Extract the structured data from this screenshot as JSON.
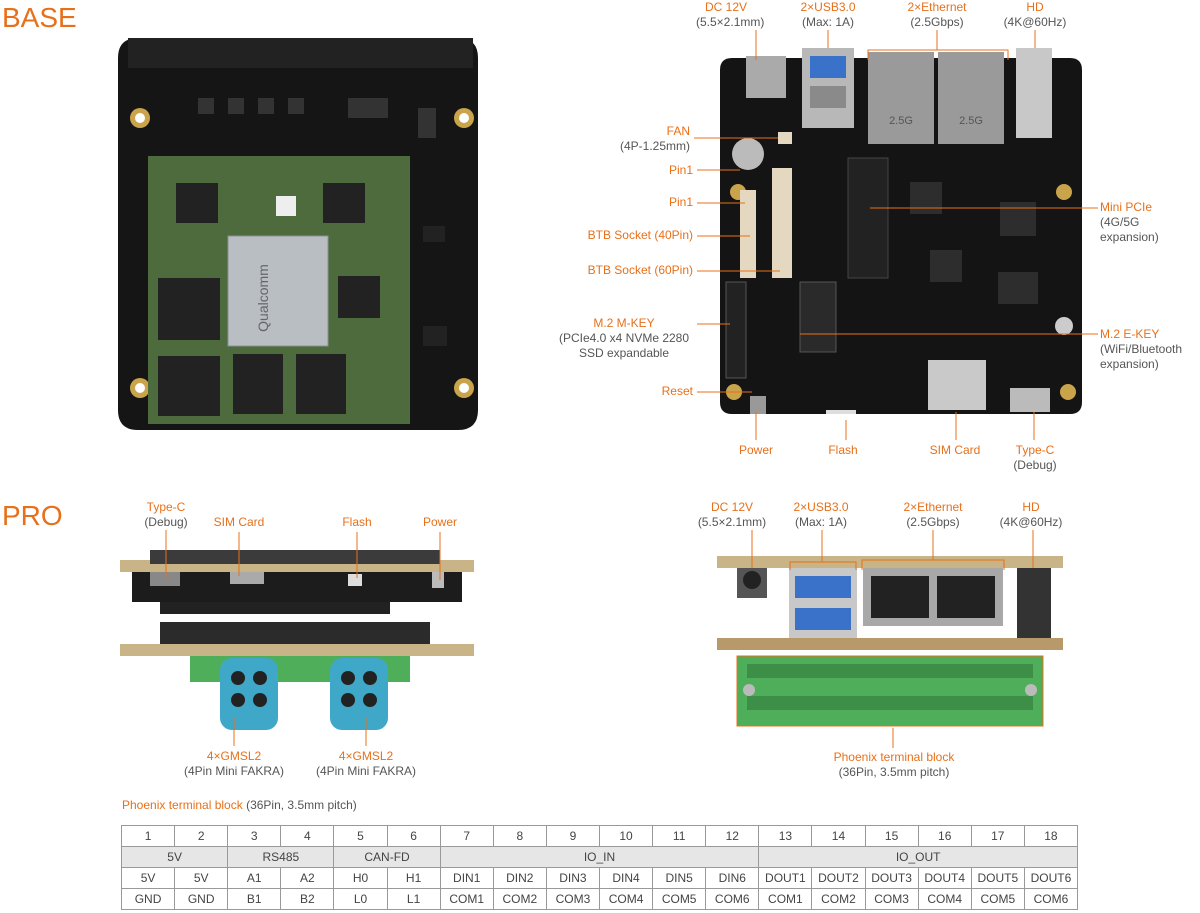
{
  "sections": {
    "base": "BASE",
    "pro": "PRO"
  },
  "base_board_labels": {
    "dc12v": {
      "title": "DC 12V",
      "sub": "(5.5×2.1mm)"
    },
    "usb": {
      "title": "2×USB3.0",
      "sub": "(Max: 1A)"
    },
    "ethernet": {
      "title": "2×Ethernet",
      "sub": "(2.5Gbps)"
    },
    "hd": {
      "title": "HD",
      "sub": "(4K@60Hz)"
    },
    "fan": {
      "title": "FAN",
      "sub": "(4P-1.25mm)"
    },
    "pin1_a": {
      "title": "Pin1"
    },
    "pin1_b": {
      "title": "Pin1"
    },
    "btb40": {
      "title": "BTB Socket (40Pin)"
    },
    "btb60": {
      "title": "BTB Socket (60Pin)"
    },
    "m2m": {
      "title": "M.2 M-KEY",
      "sub1": "(PCIe4.0 x4 NVMe 2280",
      "sub2": "SSD expandable"
    },
    "reset": {
      "title": "Reset"
    },
    "power": {
      "title": "Power"
    },
    "flash": {
      "title": "Flash"
    },
    "simcard": {
      "title": "SIM Card"
    },
    "typec": {
      "title": "Type-C",
      "sub": "(Debug)"
    },
    "minipcie": {
      "title": "Mini PCIe",
      "sub1": "(4G/5G",
      "sub2": "expansion)"
    },
    "m2e": {
      "title": "M.2 E-KEY",
      "sub1": "(WiFi/Bluetooth",
      "sub2": "expansion)"
    }
  },
  "board_silkscreen": {
    "eth_port": "2.5G",
    "chip_brand": "Qualcomm"
  },
  "pro_left_labels": {
    "typec": {
      "title": "Type-C",
      "sub": "(Debug)"
    },
    "simcard": {
      "title": "SIM Card"
    },
    "flash": {
      "title": "Flash"
    },
    "power": {
      "title": "Power"
    },
    "gmsl_a": {
      "title": "4×GMSL2",
      "sub": "(4Pin Mini FAKRA)"
    },
    "gmsl_b": {
      "title": "4×GMSL2",
      "sub": "(4Pin Mini FAKRA)"
    }
  },
  "pro_right_labels": {
    "dc12v": {
      "title": "DC 12V",
      "sub": "(5.5×2.1mm)"
    },
    "usb": {
      "title": "2×USB3.0",
      "sub": "(Max: 1A)"
    },
    "ethernet": {
      "title": "2×Ethernet",
      "sub": "(2.5Gbps)"
    },
    "hd": {
      "title": "HD",
      "sub": "(4K@60Hz)"
    },
    "phoenix": {
      "title": "Phoenix terminal block",
      "sub": "(36Pin, 3.5mm pitch)"
    }
  },
  "pin_table": {
    "caption_title": "Phoenix terminal block",
    "caption_sub": "(36Pin, 3.5mm pitch)",
    "numbers": [
      "1",
      "2",
      "3",
      "4",
      "5",
      "6",
      "7",
      "8",
      "9",
      "10",
      "11",
      "12",
      "13",
      "14",
      "15",
      "16",
      "17",
      "18"
    ],
    "groups": [
      {
        "label": "5V",
        "span": 2
      },
      {
        "label": "RS485",
        "span": 2
      },
      {
        "label": "CAN-FD",
        "span": 2
      },
      {
        "label": "IO_IN",
        "span": 6
      },
      {
        "label": "IO_OUT",
        "span": 6
      }
    ],
    "row_top": [
      "5V",
      "5V",
      "A1",
      "A2",
      "H0",
      "H1",
      "DIN1",
      "DIN2",
      "DIN3",
      "DIN4",
      "DIN5",
      "DIN6",
      "DOUT1",
      "DOUT2",
      "DOUT3",
      "DOUT4",
      "DOUT5",
      "DOUT6"
    ],
    "row_bottom": [
      "GND",
      "GND",
      "B1",
      "B2",
      "L0",
      "L1",
      "COM1",
      "COM2",
      "COM3",
      "COM4",
      "COM5",
      "COM6",
      "COM1",
      "COM2",
      "COM3",
      "COM4",
      "COM5",
      "COM6"
    ]
  },
  "colors": {
    "accent": "#e8701a",
    "pcb": "#1b1b1b",
    "module": "#4d6b3c",
    "terminal": "#4fae5a",
    "fakra": "#3fa8c8"
  }
}
